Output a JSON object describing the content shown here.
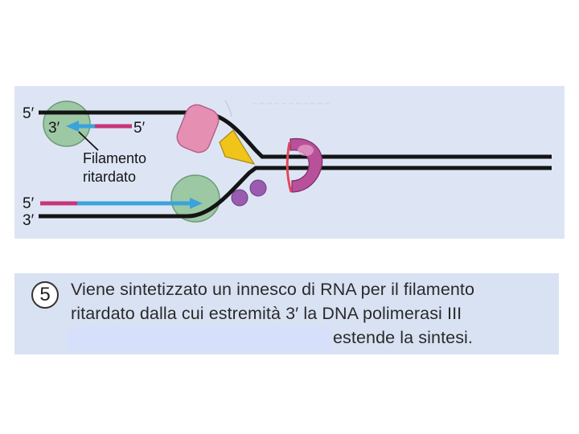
{
  "diagram": {
    "labels": {
      "top_left_5": "5′",
      "top_inner_3": "3′",
      "top_inner_5": "5′",
      "lagging_line1": "Filamento",
      "lagging_line2": "ritardato",
      "bottom_5": "5′",
      "bottom_3": "3′"
    },
    "colors": {
      "dna": "#141414",
      "primer": "#c8357a",
      "new_strand": "#3aa3dc",
      "polymerase": "#9cc8a4",
      "primase": "#e58fb2",
      "helicase": "#b8509a",
      "topoisomerase": "#f0c419",
      "ssb": "#9a5cb0"
    }
  },
  "caption": {
    "step": "5",
    "line1": "Viene sintetizzato un innesco di RNA per il filamento",
    "line2": "ritardato dalla cui estremità 3′ la DNA polimerasi III",
    "line3": "estende la sintesi."
  }
}
